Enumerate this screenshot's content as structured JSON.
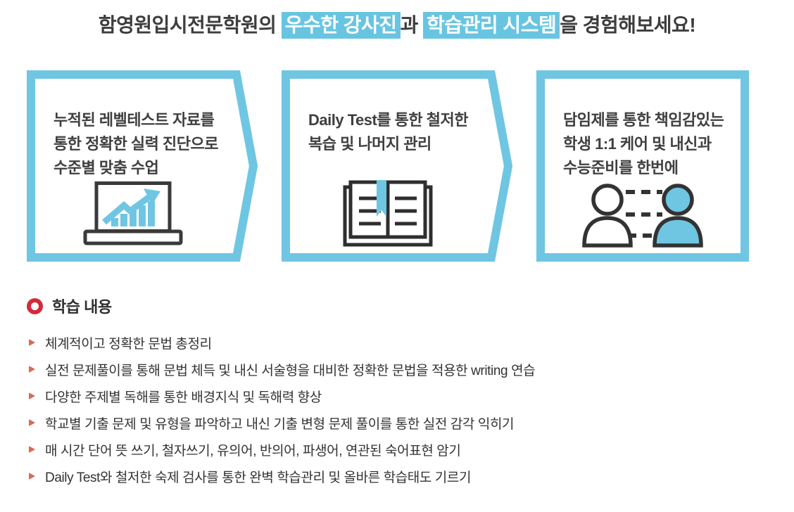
{
  "colors": {
    "accent_blue": "#68c5e1",
    "box_border_blue": "#6fc6e2",
    "highlight_text": "#ffffff",
    "title_text": "#3d3d3d",
    "body_text": "#333333",
    "bullet_orange": "#dd6a4e",
    "ring_red": "#d22b3a",
    "icon_stroke": "#323232"
  },
  "header": {
    "title_parts": [
      {
        "text": "함영원입시전문학원의 ",
        "highlight": false
      },
      {
        "text": "우수한 강사진",
        "highlight": true
      },
      {
        "text": "과 ",
        "highlight": false
      },
      {
        "text": "학습관리 시스템",
        "highlight": true
      },
      {
        "text": "을 경험해보세요!",
        "highlight": false
      }
    ]
  },
  "feature_boxes": [
    {
      "icon": "laptop-growth-chart-icon",
      "has_right_arrow": true,
      "lines": [
        "누적된 레벨테스트 자료를",
        "통한 정확한 실력 진단으로",
        "수준별 맞춤 수업"
      ]
    },
    {
      "icon": "open-book-bookmark-icon",
      "has_right_arrow": true,
      "lines": [
        "Daily Test를 통한 철저한",
        "복습 및 나머지 관리"
      ]
    },
    {
      "icon": "mentor-student-pair-icon",
      "has_right_arrow": false,
      "lines": [
        "담임제를 통한 책임감있는",
        "학생 1:1 케어 및 내신과",
        "수능준비를 한번에"
      ]
    }
  ],
  "learning_section": {
    "heading": "학습 내용",
    "items": [
      "체계적이고 정확한 문법 총정리",
      "실전 문제풀이를 통해 문법 체득 및 내신 서술형을 대비한 정확한 문법을 적용한 writing 연습",
      "다양한 주제별 독해를 통한 배경지식 및 독해력 향상",
      "학교별 기출 문제 및 유형을 파악하고 내신 기출 변형 문제 풀이를 통한 실전 감각 익히기",
      "매 시간 단어 뜻 쓰기, 철자쓰기, 유의어, 반의어, 파생어, 연관된 숙어표현 암기",
      "Daily Test와 철저한 숙제 검사를 통한 완벽 학습관리 및 올바른 학습태도 기르기"
    ]
  }
}
